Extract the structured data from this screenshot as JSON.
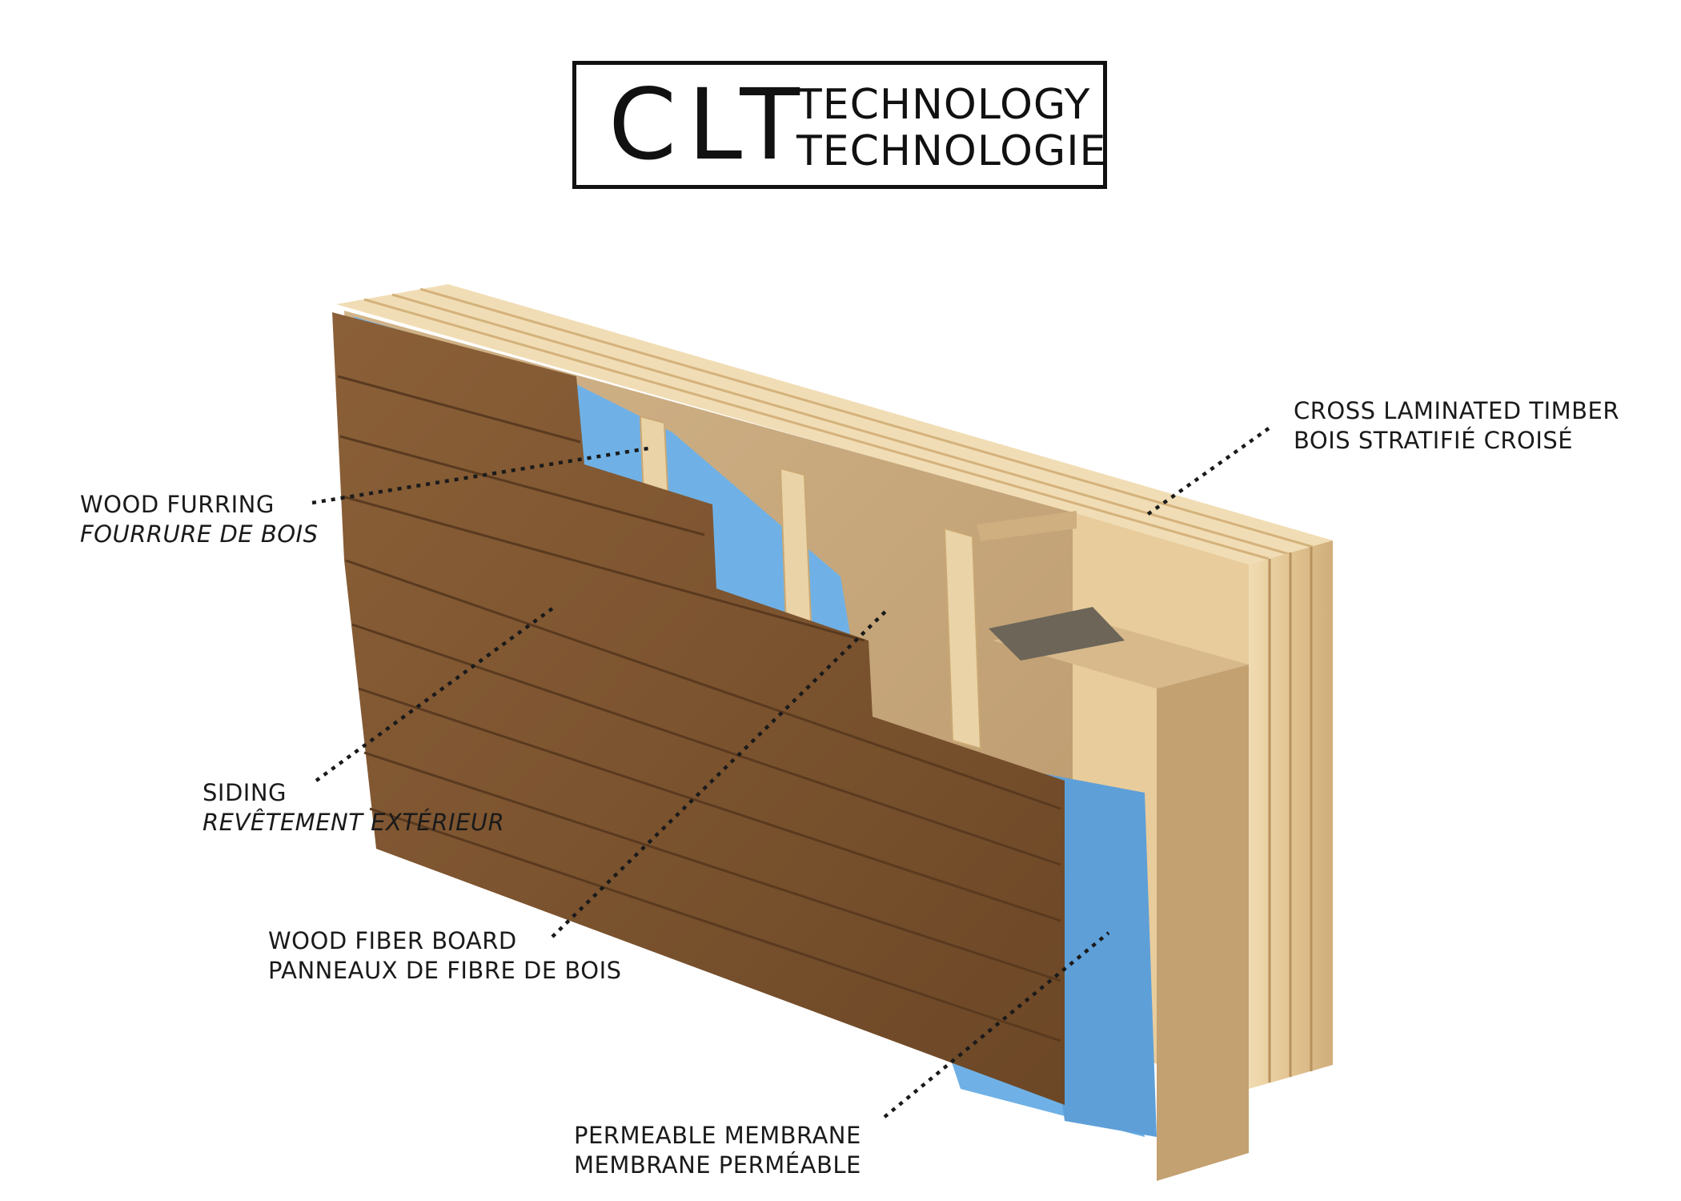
{
  "title": {
    "main": "CLT",
    "line1": "TECHNOLOGY",
    "line2": "TECHNOLOGIE"
  },
  "labels": {
    "furring": {
      "en": "WOOD FURRING",
      "fr": "FOURRURE DE BOIS"
    },
    "siding": {
      "en": "SIDING",
      "fr": "REVÊTEMENT EXTÉRIEUR"
    },
    "fiberboard": {
      "en": "WOOD FIBER BOARD",
      "fr": "PANNEAUX DE FIBRE DE BOIS"
    },
    "membrane": {
      "en": "PERMEABLE MEMBRANE",
      "fr": "MEMBRANE PERMÉABLE"
    },
    "clt": {
      "en": "CROSS LAMINATED TIMBER",
      "fr": "BOIS STRATIFIÉ CROISÉ"
    }
  },
  "colors": {
    "siding": "#7a5330",
    "fiberboard": "#c7a67a",
    "membrane": "#6fb1e6",
    "clt": "#e6c99a",
    "furring": "#ead3a7"
  }
}
